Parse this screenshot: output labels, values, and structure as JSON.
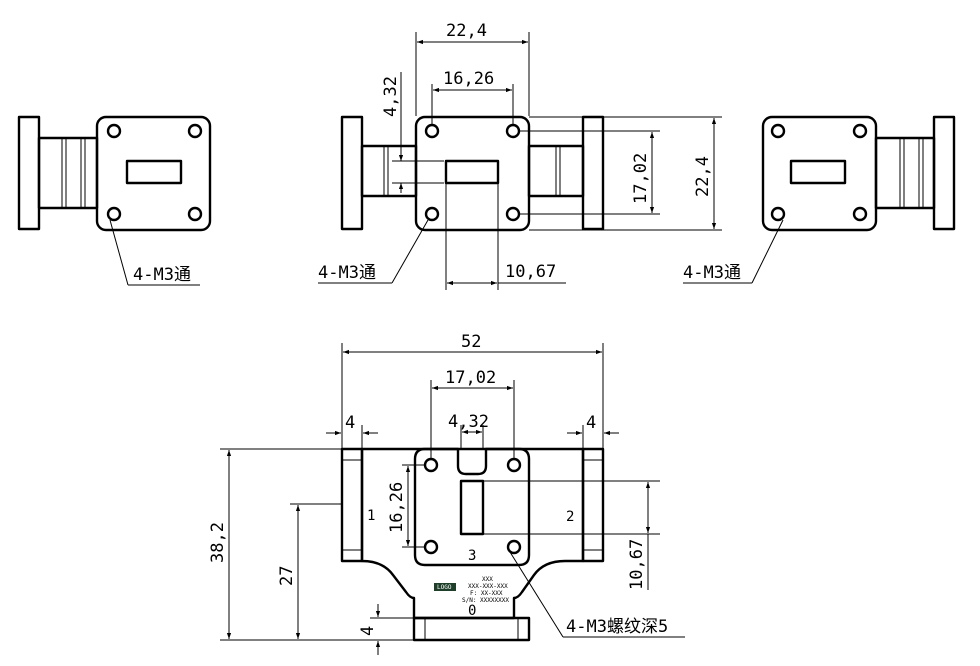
{
  "views": {
    "top": {
      "dims": {
        "width_outer": "22,4",
        "width_aperture": "16,26",
        "slot_height": "4,32",
        "hole_spacing": "17,02",
        "height_outer": "22,4",
        "slot_offset": "10,67"
      },
      "hole_callouts": [
        "4-M3通",
        "4-M3通",
        "4-M3通"
      ]
    },
    "front": {
      "dims": {
        "total_width": "52",
        "hole_spacing": "17,02",
        "slot_width": "4,32",
        "flange_left": "4",
        "flange_right": "4",
        "aperture_height": "16,26",
        "total_height": "38,2",
        "port_center_height": "27",
        "bottom_flange": "4",
        "slot_offset": "10,67"
      },
      "port_labels": [
        "1",
        "2",
        "3",
        "0"
      ],
      "hole_callout": "4-M3螺纹深5",
      "nameplate": {
        "logo": "LOGO",
        "lines": [
          "XXX",
          "XXX-XXX-XXX",
          "F: XX-XXX",
          "S/N: XXXXXXXX"
        ]
      }
    }
  }
}
